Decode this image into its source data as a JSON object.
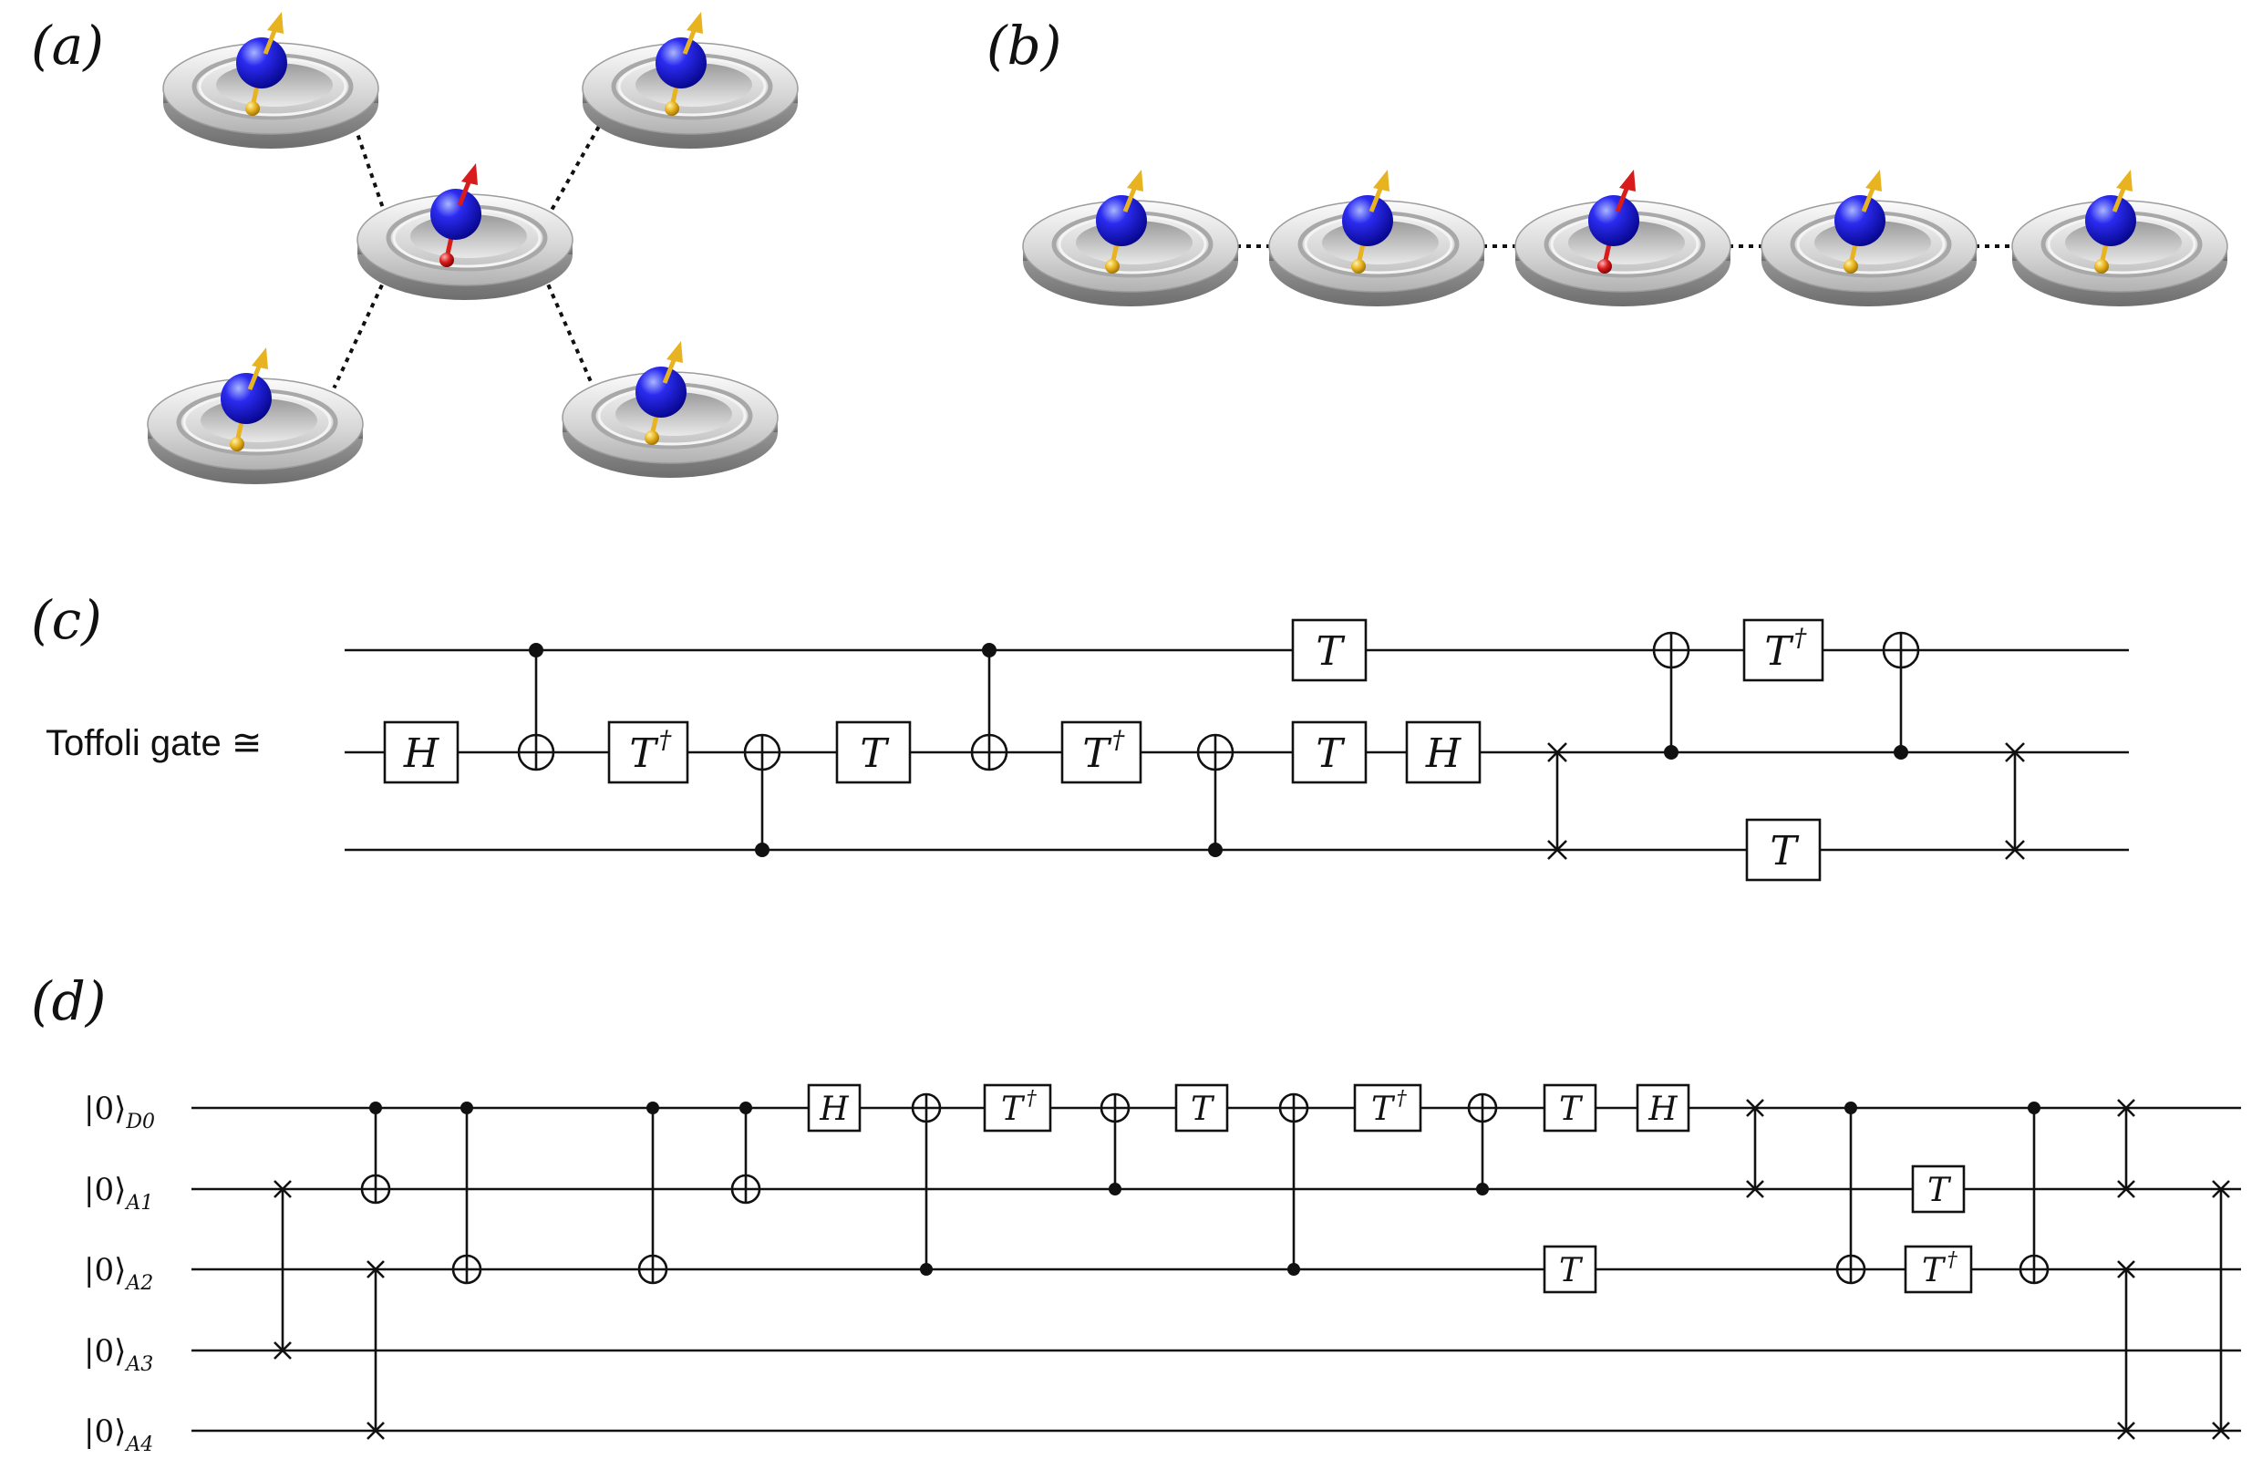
{
  "labels": {
    "a": "(a)",
    "b": "(b)",
    "c": "(c)",
    "d": "(d)"
  },
  "toffoli_label": "Toffoli gate  ≅",
  "colors": {
    "dot_blue": "#1a1adf",
    "spin_gold": "#e7b320",
    "spin_red": "#d81c1c",
    "disk_light": "#e6e6e6",
    "disk_dark": "#8a8a8a",
    "ink": "#111111"
  },
  "panel_a": {
    "description_kind": "star-coupled quantum dots",
    "center_spin": "red",
    "outer_spin": "gold",
    "count": 5
  },
  "panel_b": {
    "description_kind": "linear chain of quantum dots",
    "spins": [
      "gold",
      "gold",
      "red",
      "gold",
      "gold"
    ]
  },
  "circuit_c": {
    "wires": 3,
    "ops": [
      {
        "t": "gate",
        "q": 1,
        "label": "H"
      },
      {
        "t": "cnot",
        "c": 0,
        "x": 1
      },
      {
        "t": "gate",
        "q": 1,
        "label": "T",
        "dag": true
      },
      {
        "t": "cnot",
        "c": 2,
        "x": 1
      },
      {
        "t": "gate",
        "q": 1,
        "label": "T"
      },
      {
        "t": "cnot",
        "c": 0,
        "x": 1
      },
      {
        "t": "gate",
        "q": 1,
        "label": "T",
        "dag": true
      },
      {
        "t": "cnot",
        "c": 2,
        "x": 1
      },
      {
        "t": "gate",
        "q": 0,
        "label": "T"
      },
      {
        "t": "gate",
        "q": 1,
        "label": "T"
      },
      {
        "t": "gate",
        "q": 1,
        "label": "H"
      },
      {
        "t": "swap",
        "a": 1,
        "b": 2
      },
      {
        "t": "cnot",
        "c": 1,
        "x": 0
      },
      {
        "t": "gate",
        "q": 0,
        "label": "T",
        "dag": true
      },
      {
        "t": "gate",
        "q": 2,
        "label": "T"
      },
      {
        "t": "cnot",
        "c": 1,
        "x": 0
      },
      {
        "t": "swap",
        "a": 1,
        "b": 2
      }
    ]
  },
  "circuit_d": {
    "qubit_labels": [
      {
        "ket": "|0⟩",
        "sub": "D0"
      },
      {
        "ket": "|0⟩",
        "sub": "A1"
      },
      {
        "ket": "|0⟩",
        "sub": "A2"
      },
      {
        "ket": "|0⟩",
        "sub": "A3"
      },
      {
        "ket": "|0⟩",
        "sub": "A4"
      }
    ],
    "ops": [
      {
        "t": "swap",
        "a": 1,
        "b": 3
      },
      {
        "t": "cnot",
        "c": 0,
        "x": 1
      },
      {
        "t": "swap",
        "a": 2,
        "b": 4
      },
      {
        "t": "cnot",
        "c": 0,
        "x": 2
      },
      {
        "t": "cnot",
        "c": 0,
        "x": 2
      },
      {
        "t": "cnot",
        "c": 0,
        "x": 1
      },
      {
        "t": "gate",
        "q": 0,
        "label": "H"
      },
      {
        "t": "cnot",
        "c": 2,
        "x": 0
      },
      {
        "t": "gate",
        "q": 0,
        "label": "T",
        "dag": true
      },
      {
        "t": "cnot",
        "c": 1,
        "x": 0
      },
      {
        "t": "gate",
        "q": 0,
        "label": "T"
      },
      {
        "t": "cnot",
        "c": 2,
        "x": 0
      },
      {
        "t": "gate",
        "q": 0,
        "label": "T",
        "dag": true
      },
      {
        "t": "cnot",
        "c": 1,
        "x": 0
      },
      {
        "t": "gate",
        "q": 0,
        "label": "T"
      },
      {
        "t": "gate",
        "q": 2,
        "label": "T"
      },
      {
        "t": "gate",
        "q": 0,
        "label": "H"
      },
      {
        "t": "swap",
        "a": 0,
        "b": 1
      },
      {
        "t": "cnot",
        "c": 0,
        "x": 2
      },
      {
        "t": "gate",
        "q": 1,
        "label": "T"
      },
      {
        "t": "gate",
        "q": 2,
        "label": "T",
        "dag": true
      },
      {
        "t": "cnot",
        "c": 0,
        "x": 2
      },
      {
        "t": "swap",
        "a": 0,
        "b": 1
      },
      {
        "t": "swap",
        "a": 2,
        "b": 4
      },
      {
        "t": "swap",
        "a": 1,
        "b": 4
      }
    ]
  }
}
